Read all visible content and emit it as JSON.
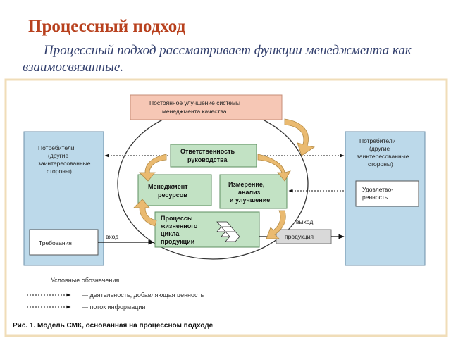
{
  "slide": {
    "title": "Процессный подход",
    "subtitle": "Процессный подход рассматривает функции менеджмента как взаимосвязанные."
  },
  "diagram": {
    "improvement": [
      "Постоянное улучшение системы",
      "менеджмента качества"
    ],
    "customers_left": [
      "Потребители",
      "(другие",
      "заинтересованные",
      "стороны)"
    ],
    "customers_right": [
      "Потребители",
      "(другие",
      "заинтересованные",
      "стороны)"
    ],
    "requirements": "Требования",
    "satisfaction": [
      "Удовлетво-",
      "ренность"
    ],
    "management_responsibility": [
      "Ответственность",
      "руководства"
    ],
    "resource_management": [
      "Менеджмент",
      "ресурсов"
    ],
    "measurement": [
      "Измерение,",
      "анализ",
      "и улучшение"
    ],
    "life_cycle": [
      "Процессы",
      "жизненного",
      "цикла",
      "продукции"
    ],
    "input_label": "вход",
    "output_label": "выход",
    "product": "продукция",
    "legend_title": "Условные обозначения",
    "legend_value": "— деятельность, добавляющая ценность",
    "legend_info": "— поток информации",
    "caption": "Рис. 1. Модель СМК, основанная на процессном подходе"
  },
  "colors": {
    "title": "#b8411e",
    "subtitle": "#33406e",
    "customer_fill": "#bcd9ea",
    "process_fill": "#c2e2c4",
    "improvement_fill": "#f6c7b5",
    "cycle_arrow": "#eaba70",
    "product_fill": "#d9d9d9",
    "frame": "#f0ddb8"
  }
}
